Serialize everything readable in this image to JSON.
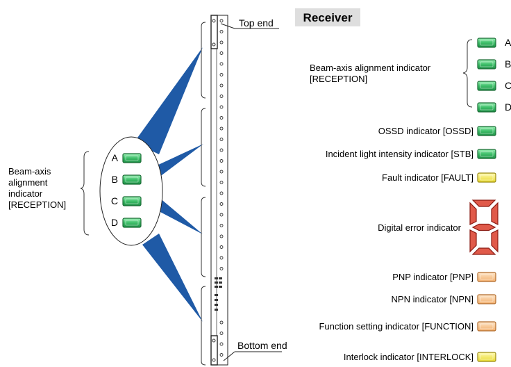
{
  "title": "Receiver",
  "top_label": "Top end",
  "bottom_label": "Bottom end",
  "left_panel": {
    "label_lines": [
      "Beam-axis",
      "alignment",
      "indicator",
      "[RECEPTION]"
    ],
    "leds": [
      "A",
      "B",
      "C",
      "D"
    ]
  },
  "right_reception": {
    "label_lines": [
      "Beam-axis alignment indicator",
      "[RECEPTION]"
    ],
    "leds": [
      "A",
      "B",
      "C",
      "D"
    ]
  },
  "indicators": [
    {
      "label": "OSSD indicator [OSSD]",
      "color": "green"
    },
    {
      "label": "Incident light intensity indicator [STB]",
      "color": "green"
    },
    {
      "label": "Fault indicator [FAULT]",
      "color": "yellow"
    },
    {
      "label": "Digital error indicator",
      "color": "red-7seg"
    },
    {
      "label": "PNP indicator [PNP]",
      "color": "orange"
    },
    {
      "label": "NPN indicator [NPN]",
      "color": "orange"
    },
    {
      "label": "Function setting indicator [FUNCTION]",
      "color": "orange"
    },
    {
      "label": "Interlock indicator [INTERLOCK]",
      "color": "yellow"
    }
  ],
  "colors": {
    "led_green": "#3fbf6a",
    "led_yellow": "#f3e85a",
    "led_orange": "#f7c48c",
    "seg_red": "#cc2a1f",
    "beam_blue": "#1f5aa6",
    "title_bg": "#dedede"
  }
}
